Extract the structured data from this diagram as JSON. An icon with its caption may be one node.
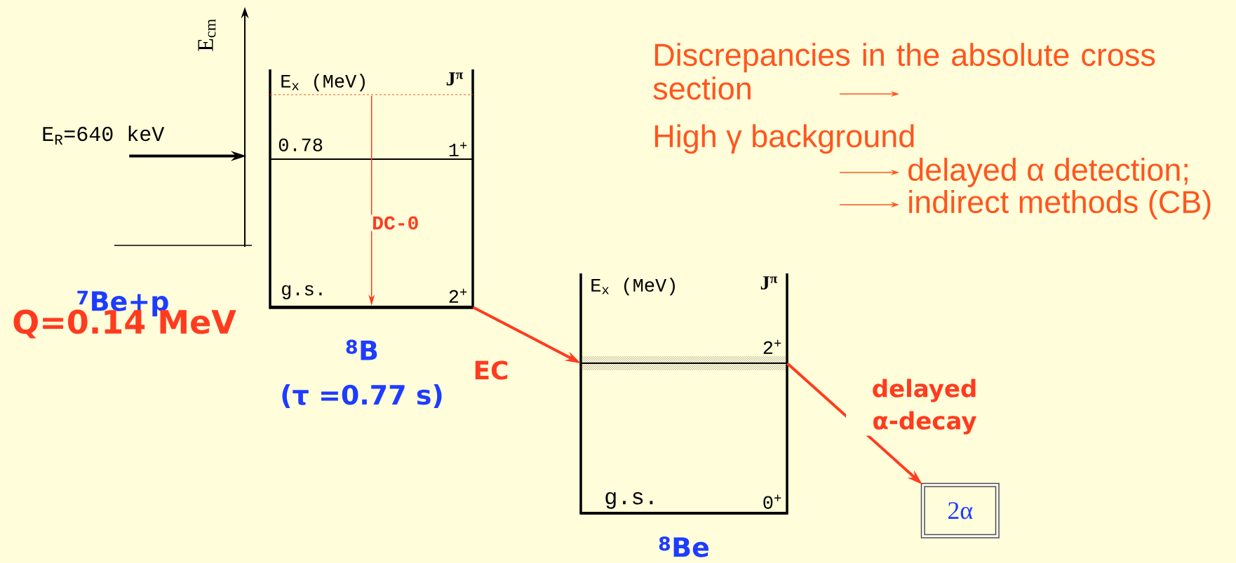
{
  "diagram": {
    "nodes": [
      {
        "text": [
          "E$_{x}$ (MeV)",
          "J$^{π}$"
        ],
        "beside": [
          "$^{8}$B",
          "(τ =0.77 s)"
        ]
      },
      {
        "text": [],
        "shape": "bar",
        "in": 0
      },
      {
        "text": [
          "g.s.",
          "2$^{+}$"
        ],
        "in": 0
      },
      {
        "text": [
          "E$_{x}$ (MeV)",
          "J$^{π}$"
        ],
        "beside": [
          "$^{8}$Be"
        ]
      },
      {
        "text": [
          "2$^{+}$"
        ],
        "in": 3
      },
      {
        "text": [
          "g.s.",
          "0$^{+}$"
        ],
        "in": 3
      },
      {
        "text": [
          "2α"
        ]
      },
      {
        "text": [
          "E$_{cm}$"
        ],
        "beside": [
          "$^{7}$Be+p",
          "Q=0.14 MeV"
        ]
      },
      {
        "text": [
          "E$_{R}$=640 keV"
        ]
      }
    ],
    "edges": [
      {
        "from": 1,
        "to": 2,
        "arrow": "to",
        "label": "DC-0"
      },
      {
        "from": 2,
        "to": 4,
        "arrow": "to",
        "label": "EC"
      },
      {
        "from": 4,
        "to": 6,
        "arrow": "to",
        "label": "delayed α-decay"
      },
      {
        "from": 8,
        "to": 7,
        "arrow": "to",
        "color": "#000000"
      }
    ],
    "labels": [
      "0.78",
      "1$^{+}$",
      "Discrepancies in the absolute  cross section",
      "High γ background",
      "delayed α detection;",
      "indirect methods (CB)"
    ]
  }
}
